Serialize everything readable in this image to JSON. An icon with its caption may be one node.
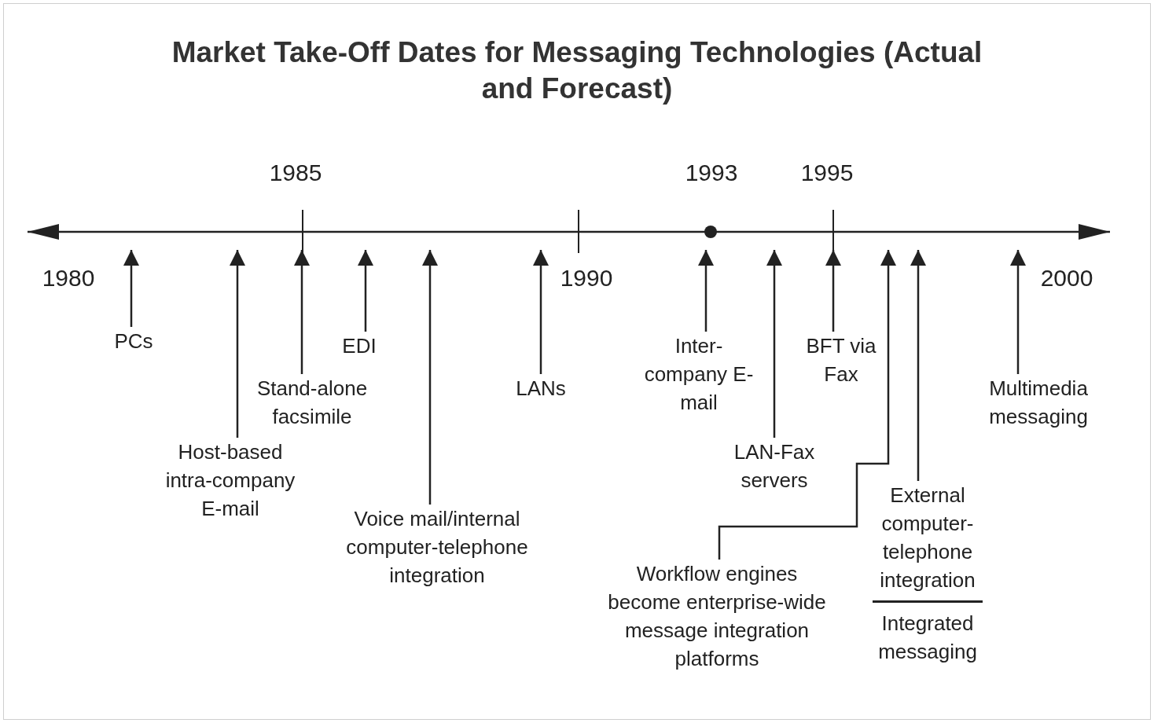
{
  "diagram": {
    "title": "Market Take-Off Dates for Messaging Technologies (Actual and Forecast)",
    "nodes": [
      {
        "text": [
          "PCs"
        ]
      },
      {
        "text": [
          "Host-based intra-company E-mail"
        ]
      },
      {
        "text": [
          "Stand-alone facsimile"
        ]
      },
      {
        "text": [
          "EDI"
        ]
      },
      {
        "text": [
          "Voice mail/internal computer-telephone integration"
        ]
      },
      {
        "text": [
          "LANs"
        ]
      },
      {
        "text": [
          "Inter-company E-mail"
        ]
      },
      {
        "text": [
          "LAN-Fax servers"
        ]
      },
      {
        "text": [
          "BFT via Fax"
        ]
      },
      {
        "text": [
          "Workflow engines become enterprise-wide message integration platforms"
        ]
      },
      {
        "text": [
          "External computer-telephone integration",
          "Integrated messaging"
        ]
      },
      {
        "text": [
          "Multimedia messaging"
        ]
      }
    ],
    "edges": [
      {
        "from": 0,
        "to": null,
        "arrow": "to"
      },
      {
        "from": 1,
        "to": null,
        "arrow": "to"
      },
      {
        "from": 2,
        "to": null,
        "arrow": "to"
      },
      {
        "from": 3,
        "to": null,
        "arrow": "to"
      },
      {
        "from": 4,
        "to": null,
        "arrow": "to"
      },
      {
        "from": 5,
        "to": null,
        "arrow": "to"
      },
      {
        "from": 6,
        "to": null,
        "arrow": "to"
      },
      {
        "from": 7,
        "to": null,
        "arrow": "to"
      },
      {
        "from": 8,
        "to": null,
        "arrow": "to"
      },
      {
        "from": 9,
        "to": null,
        "arrow": "to"
      },
      {
        "from": 10,
        "to": null,
        "arrow": "to"
      },
      {
        "from": 11,
        "to": null,
        "arrow": "to"
      }
    ],
    "labels": [
      "1985",
      "1993",
      "1995",
      "1980",
      "1990",
      "2000"
    ]
  }
}
